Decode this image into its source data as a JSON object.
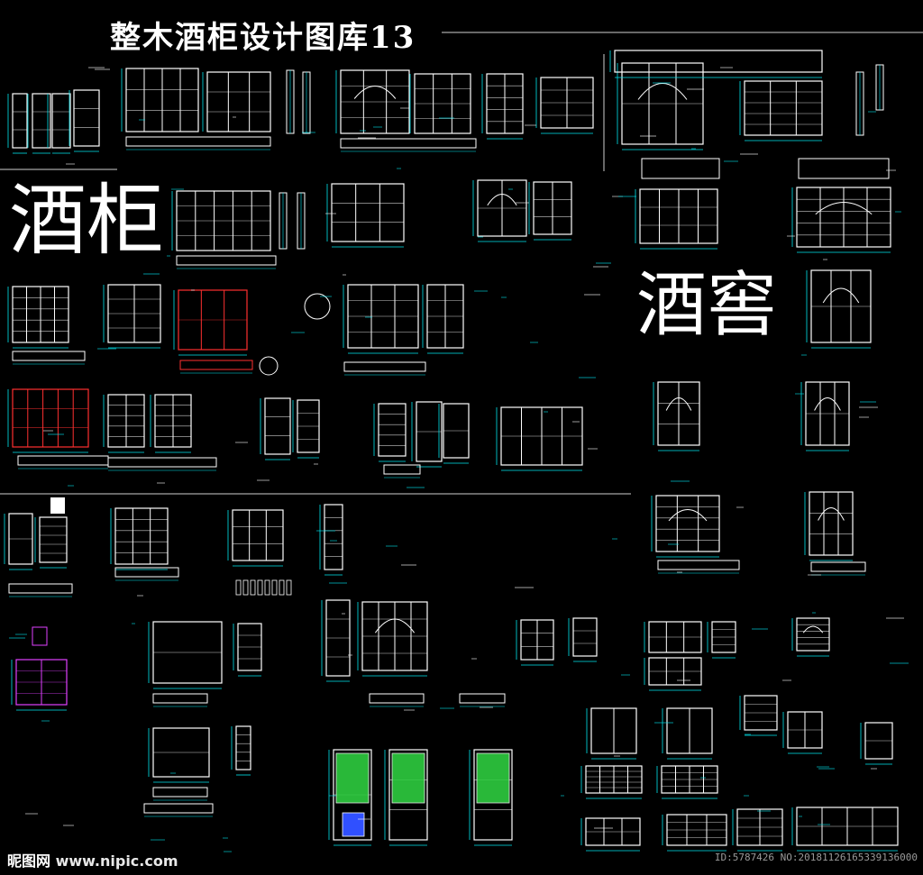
{
  "title": "整木酒柜设计图库13",
  "labels": {
    "wine_cabinet": "酒柜",
    "wine_cellar": "酒窖"
  },
  "watermark": {
    "logo": "昵图网",
    "site": "www.nipic.com",
    "id_text": "ID:5787426 NO:20181126165339136000"
  },
  "colors": {
    "background": "#000000",
    "line_white": "#ffffff",
    "line_cyan": "#00e5ee",
    "line_red": "#ff3030",
    "line_magenta": "#e040ff",
    "fill_green": "#2ecc40",
    "fill_blue": "#3050ff"
  }
}
